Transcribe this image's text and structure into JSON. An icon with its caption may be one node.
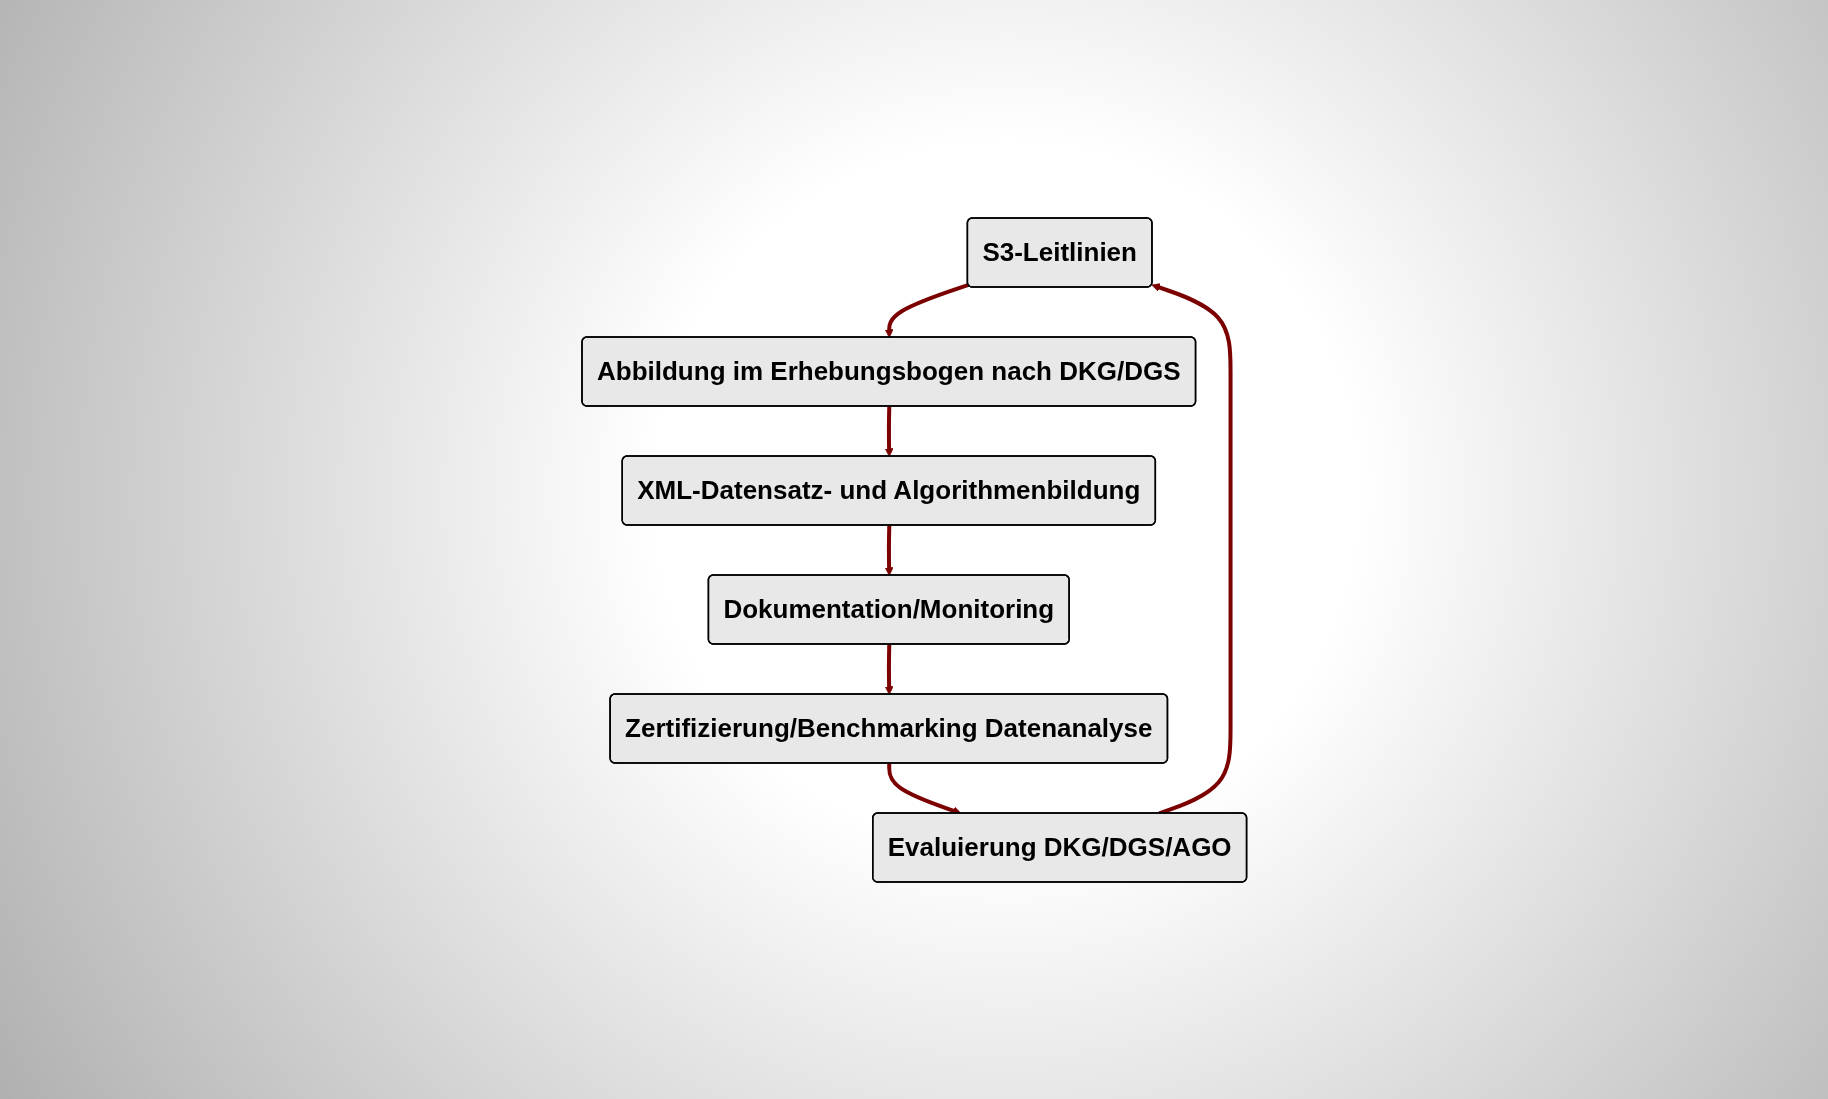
{
  "diagram": {
    "nodes": [
      {
        "text": [
          "S3-Leitlinien"
        ]
      },
      {
        "text": [
          "Abbildung im Erhebungsbogen nach DKG/DGS"
        ]
      },
      {
        "text": [
          "XML-Datensatz- und Algorithmenbildung"
        ]
      },
      {
        "text": [
          "Dokumentation/Monitoring"
        ]
      },
      {
        "text": [
          "Zertifizierung/Benchmarking Datenanalyse"
        ]
      },
      {
        "text": [
          "Evaluierung DKG/DGS/AGO"
        ]
      }
    ],
    "edges": [
      {
        "from": 0,
        "to": 1,
        "arrow": "to"
      },
      {
        "from": 1,
        "to": 2,
        "arrow": "to"
      },
      {
        "from": 2,
        "to": 3,
        "arrow": "to"
      },
      {
        "from": 3,
        "to": 4,
        "arrow": "to"
      },
      {
        "from": 4,
        "to": 5,
        "arrow": "to"
      },
      {
        "from": 5,
        "to": 0,
        "arrow": "to"
      }
    ]
  }
}
